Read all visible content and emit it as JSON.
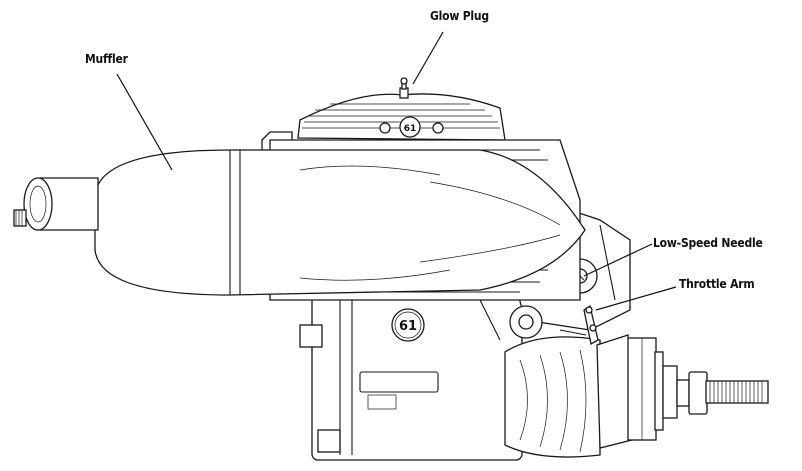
{
  "labels": {
    "glow_plug": "Glow Plug",
    "muffler": "Muffler",
    "low_speed_needle": "Low-Speed Needle",
    "throttle_arm": "Throttle Arm"
  },
  "engine_marks": {
    "head_number": "61",
    "crankcase_number": "61"
  }
}
